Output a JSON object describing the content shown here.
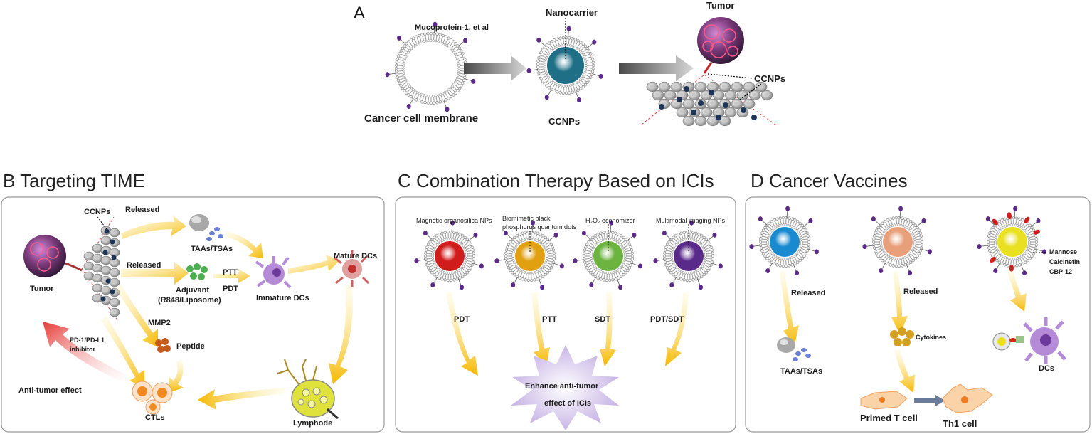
{
  "panel_a": {
    "letter": "A",
    "mucoprotein_label": "Mucoprotein-1, et al",
    "nanocarrier_label": "Nanocarrier",
    "tumor_label": "Tumor",
    "ccnps_label_right": "CCNPs",
    "cancer_membrane_label": "Cancer cell membrane",
    "ccnps_label_bottom": "CCNPs"
  },
  "panel_b": {
    "title": "B Targeting TIME",
    "ccnps": "CCNPs",
    "released_1": "Released",
    "released_2": "Released",
    "taas": "TAAs/TSAs",
    "mature_dcs": "Mature DCs",
    "tumor": "Tumor",
    "ptt": "PTT",
    "pdt": "PDT",
    "immature_dcs": "Immature DCs",
    "adjuvant_line1": "Adjuvant",
    "adjuvant_line2": "(R848/Liposome)",
    "mmp2": "MMP2",
    "peptide": "Peptide",
    "inhibitor_line1": "PD-1/PD-L1",
    "inhibitor_line2": "inhibitor",
    "anti_tumor": "Anti-tumor effect",
    "ctls": "CTLs",
    "lymphode": "Lymphode"
  },
  "panel_c": {
    "title": "C Combination Therapy Based on ICIs",
    "np1": "Magnetic organosilica NPs",
    "np2_line1": "Biomimetic black",
    "np2_line2": "phosphorus quantum dots",
    "np3": "H₂O₂ economizer",
    "np4": "Multimodal imaging NPs",
    "arrow1": "PDT",
    "arrow2": "PTT",
    "arrow3": "SDT",
    "arrow4": "PDT/SDT",
    "result_line1": "Enhance anti-tumor",
    "result_line2": "effect of ICIs"
  },
  "panel_d": {
    "title": "D Cancer Vaccines",
    "released_1": "Released",
    "released_2": "Released",
    "mannose": "Mannose",
    "calcinetin": "Calcinetin",
    "cbp": "CBP-12",
    "cytokines": "Cytokines",
    "taas": "TAAs/TSAs",
    "dcs": "DCs",
    "primed": "Primed T cell",
    "th1": "Th1 cell"
  },
  "colors": {
    "lipid": "#9a9a9a",
    "protein": "#5b2a86",
    "core_teal": "#1f6f86",
    "core_red": "#d11c1c",
    "core_orange": "#e0a010",
    "core_green": "#6db33f",
    "core_purple": "#5a2a8a",
    "core_blue": "#1a8ad0",
    "core_peach": "#e8a07a",
    "core_yellow": "#e8e020",
    "arrow_yellow": "#f5c518",
    "arrow_red": "#e53935",
    "panel_border": "#999999"
  }
}
